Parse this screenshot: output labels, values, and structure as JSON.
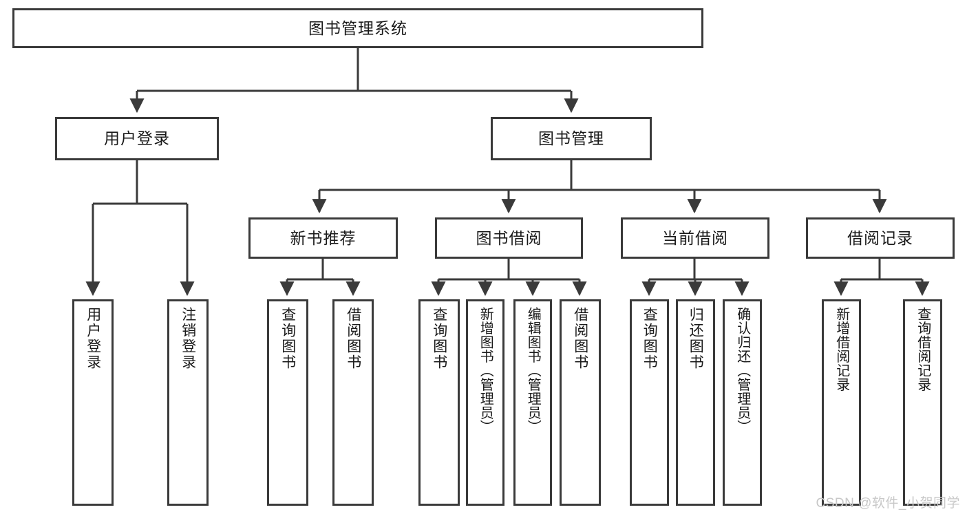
{
  "diagram": {
    "title": "图书管理系统",
    "root": {
      "label": "图书管理系统"
    },
    "level1": [
      {
        "label": "用户登录"
      },
      {
        "label": "图书管理"
      }
    ],
    "level2": [
      {
        "label": "新书推荐"
      },
      {
        "label": "图书借阅"
      },
      {
        "label": "当前借阅"
      },
      {
        "label": "借阅记录"
      }
    ],
    "leaves": {
      "user_login": [
        {
          "label": "用户登录"
        },
        {
          "label": "注销登录"
        }
      ],
      "new_book_recommend": [
        {
          "label": "查询图书"
        },
        {
          "label": "借阅图书"
        }
      ],
      "book_borrow": [
        {
          "label": "查询图书"
        },
        {
          "label": "新增图书（管理员）"
        },
        {
          "label": "编辑图书（管理员）"
        },
        {
          "label": "借阅图书"
        }
      ],
      "current_borrow": [
        {
          "label": "查询图书"
        },
        {
          "label": "归还图书"
        },
        {
          "label": "确认归还（管理员）"
        }
      ],
      "borrow_record": [
        {
          "label": "新增借阅记录"
        },
        {
          "label": "查询借阅记录"
        }
      ]
    }
  },
  "colors": {
    "stroke": "#3a3a3a",
    "fill": "#ffffff",
    "text": "#1a1a1a",
    "watermark": "#c8c8c8"
  },
  "watermark": {
    "text": "CSDN @软件_小贺同学"
  }
}
